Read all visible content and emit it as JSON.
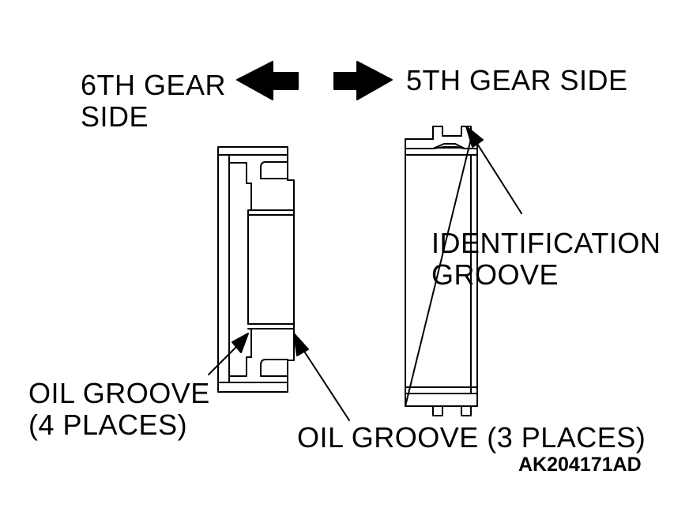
{
  "labels": {
    "sixth_gear_side": [
      "6TH GEAR",
      "SIDE"
    ],
    "fifth_gear_side": "5TH GEAR SIDE",
    "identification_groove": [
      "IDENTIFICATION",
      "GROOVE"
    ],
    "oil_groove_4": [
      "OIL GROOVE",
      "(4 PLACES)"
    ],
    "oil_groove_3": "OIL GROOVE (3 PLACES)",
    "figure_code": "AK204171AD"
  },
  "colors": {
    "ink": "#000000",
    "paper": "#ffffff"
  }
}
